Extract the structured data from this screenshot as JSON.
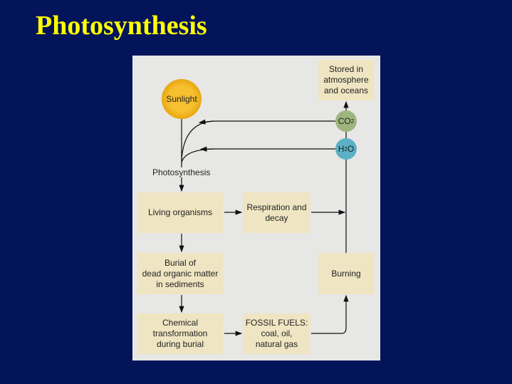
{
  "title": "Photosynthesis",
  "diagram": {
    "sunlight": "Sunlight",
    "co2": {
      "main": "CO",
      "sub": "2"
    },
    "h2o": {
      "pre": "H",
      "sub": "2",
      "post": "O"
    },
    "photosynthesis_label": "Photosynthesis",
    "stored": "Stored in\natmosphere\nand oceans",
    "living": "Living organisms",
    "respiration": "Respiration and\ndecay",
    "burial": "Burial of\ndead organic matter\nin sediments",
    "chemical": "Chemical\ntransformation\nduring burial",
    "fossil": "FOSSIL FUELS:\ncoal, oil,\nnatural gas",
    "burning": "Burning"
  },
  "colors": {
    "background": "#04145a",
    "title": "#ffff00",
    "box": "#efe5c2",
    "sun": "#f0b820",
    "co2": "#9db67e",
    "h2o": "#5bb0c4"
  }
}
